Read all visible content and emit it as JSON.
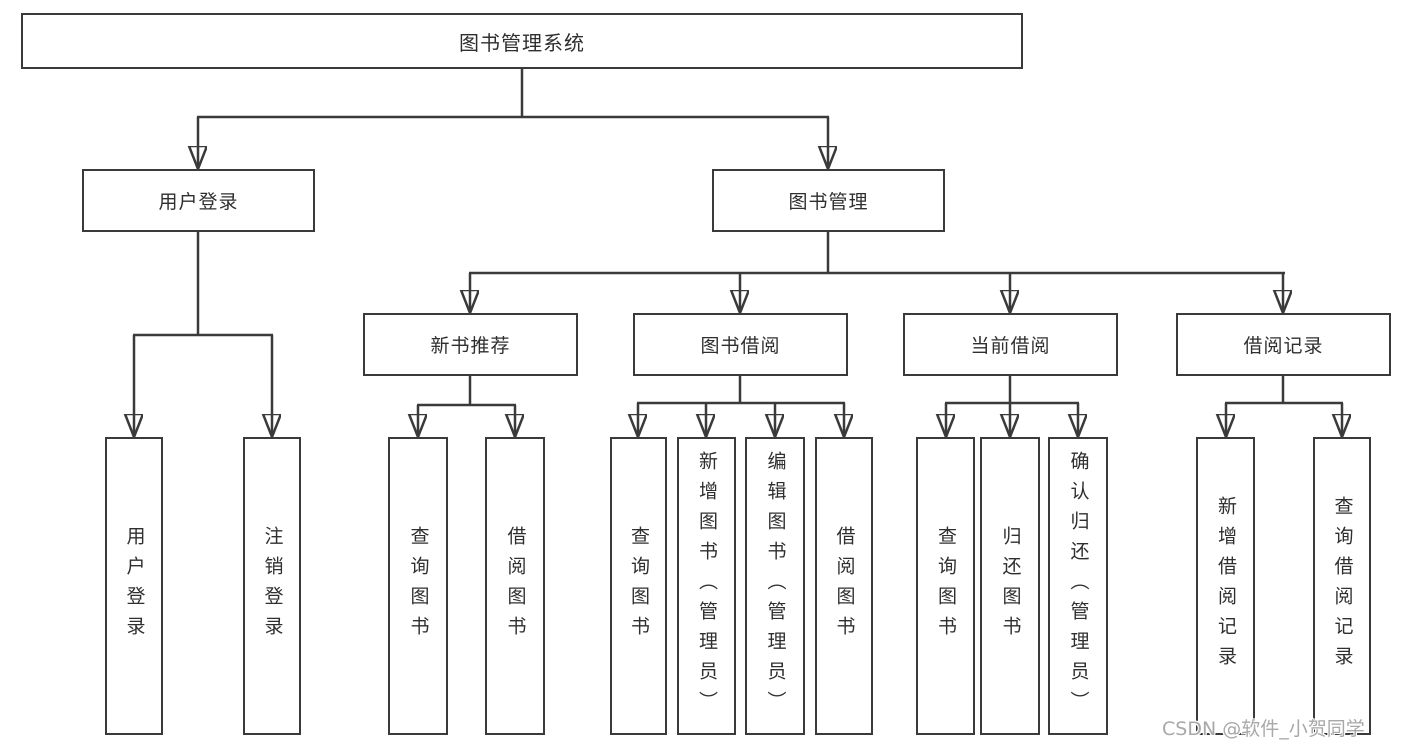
{
  "diagram": {
    "root": {
      "label": "图书管理系统"
    },
    "user_login": {
      "label": "用户登录",
      "children": [
        {
          "label": "用户登录"
        },
        {
          "label": "注销登录"
        }
      ]
    },
    "book_mgmt": {
      "label": "图书管理",
      "sections": [
        {
          "label": "新书推荐",
          "children": [
            {
              "label": "查询图书"
            },
            {
              "label": "借阅图书"
            }
          ]
        },
        {
          "label": "图书借阅",
          "children": [
            {
              "label": "查询图书"
            },
            {
              "label": "新增图书（管理员）"
            },
            {
              "label": "编辑图书（管理员）"
            },
            {
              "label": "借阅图书"
            }
          ]
        },
        {
          "label": "当前借阅",
          "children": [
            {
              "label": "查询图书"
            },
            {
              "label": "归还图书"
            },
            {
              "label": "确认归还（管理员）"
            }
          ]
        },
        {
          "label": "借阅记录",
          "children": [
            {
              "label": "新增借阅记录"
            },
            {
              "label": "查询借阅记录"
            }
          ]
        }
      ]
    }
  },
  "watermark": {
    "text": "CSDN @软件_小贺同学"
  },
  "colors": {
    "line": "#3a3a3a",
    "text": "#2f2f2f",
    "watermark_gray": "#a8a8a8",
    "background": "#ffffff"
  }
}
